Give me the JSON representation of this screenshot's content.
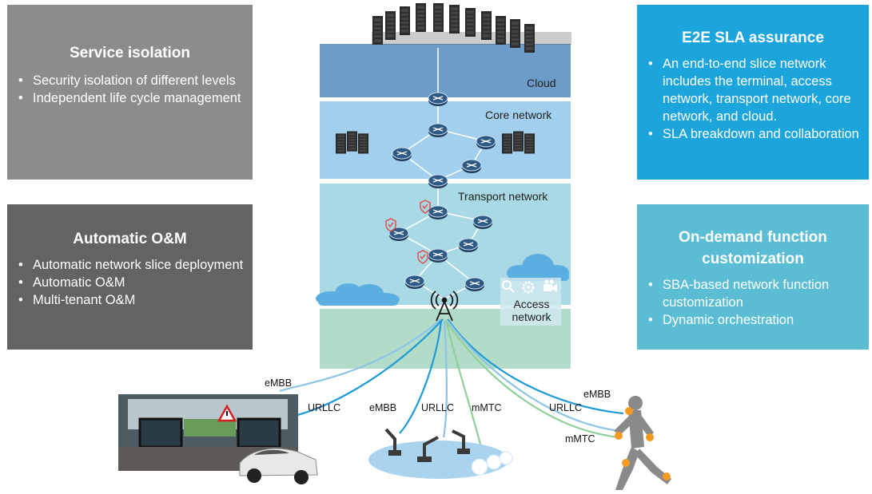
{
  "service_isolation": {
    "title": "Service isolation",
    "items": [
      "Security isolation of different levels",
      "Independent life cycle management"
    ],
    "color": "#8c8c8c"
  },
  "automatic_om": {
    "title": "Automatic O&M",
    "items": [
      "Automatic network slice deployment",
      "Automatic O&M",
      "Multi-tenant O&M"
    ],
    "color": "#636363"
  },
  "e2e_sla": {
    "title": "E2E SLA assurance",
    "items": [
      "An end-to-end slice network includes the terminal, access network, transport network, core network, and cloud.",
      "SLA breakdown and collaboration"
    ],
    "color": "#1ca4dc"
  },
  "on_demand": {
    "title": "On-demand function customization",
    "items": [
      "SBA-based network function customization",
      "Dynamic orchestration"
    ],
    "color": "#5bbdd4"
  },
  "layers": {
    "cloud": "Cloud",
    "core": "Core network",
    "transport": "Transport network",
    "access": "Access network"
  },
  "links": {
    "car_embb": "eMBB",
    "car_urllc": "URLLC",
    "factory_embb": "eMBB",
    "factory_urllc": "URLLC",
    "factory_mmtc": "mMTC",
    "runner_embb": "eMBB",
    "runner_urllc": "URLLC",
    "runner_mmtc": "mMTC"
  },
  "link_colors": {
    "embb": "#8cc4e6",
    "urllc": "#1e9ad6",
    "mmtc": "#8fcf9a"
  },
  "icons": [
    "server-rack-icon",
    "router-icon",
    "shield-check-icon",
    "cloud-icon",
    "search-icon",
    "gear-icon",
    "video-camera-icon",
    "antenna-tower-icon",
    "car-icon",
    "robot-arm-icon",
    "sensor-icon",
    "runner-icon",
    "warning-icon"
  ]
}
